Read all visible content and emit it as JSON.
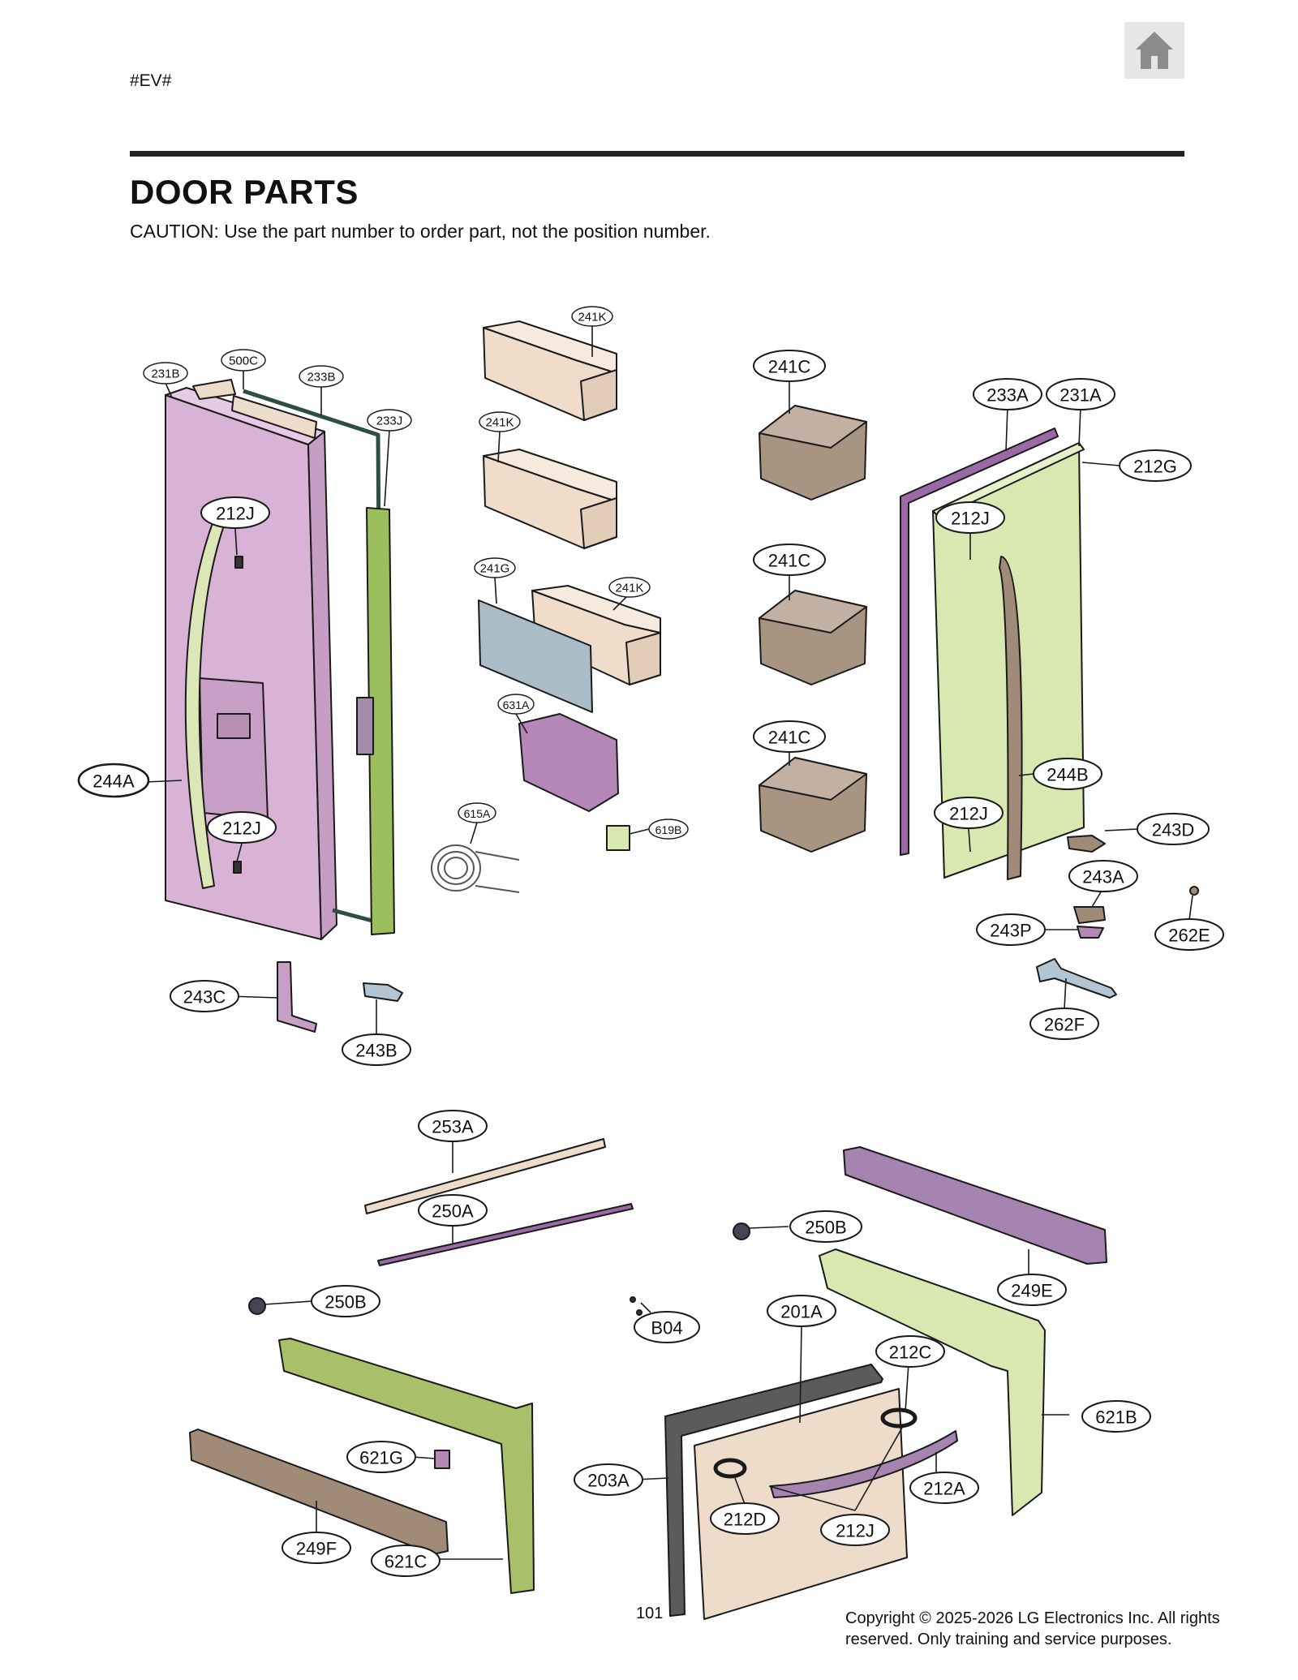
{
  "header": {
    "code": "#EV#",
    "home_icon": "home-icon"
  },
  "section": {
    "title": "DOOR PARTS",
    "caution": "CAUTION: Use the part number to order part, not the position number."
  },
  "callouts": [
    {
      "id": "231B",
      "label": "231B"
    },
    {
      "id": "500C",
      "label": "500C"
    },
    {
      "id": "233B",
      "label": "233B"
    },
    {
      "id": "233J",
      "label": "233J"
    },
    {
      "id": "212J-a",
      "label": "212J"
    },
    {
      "id": "244A",
      "label": "244A"
    },
    {
      "id": "212J-b",
      "label": "212J"
    },
    {
      "id": "243C",
      "label": "243C"
    },
    {
      "id": "243B",
      "label": "243B"
    },
    {
      "id": "241K-a",
      "label": "241K"
    },
    {
      "id": "241K-b",
      "label": "241K"
    },
    {
      "id": "241G",
      "label": "241G"
    },
    {
      "id": "241K-c",
      "label": "241K"
    },
    {
      "id": "631A",
      "label": "631A"
    },
    {
      "id": "615A",
      "label": "615A"
    },
    {
      "id": "619B",
      "label": "619B"
    },
    {
      "id": "241C-a",
      "label": "241C"
    },
    {
      "id": "241C-b",
      "label": "241C"
    },
    {
      "id": "241C-c",
      "label": "241C"
    },
    {
      "id": "233A",
      "label": "233A"
    },
    {
      "id": "231A",
      "label": "231A"
    },
    {
      "id": "212G",
      "label": "212G"
    },
    {
      "id": "212J-c",
      "label": "212J"
    },
    {
      "id": "244B",
      "label": "244B"
    },
    {
      "id": "212J-d",
      "label": "212J"
    },
    {
      "id": "243D",
      "label": "243D"
    },
    {
      "id": "243A",
      "label": "243A"
    },
    {
      "id": "243P",
      "label": "243P"
    },
    {
      "id": "262E",
      "label": "262E"
    },
    {
      "id": "262F",
      "label": "262F"
    },
    {
      "id": "253A",
      "label": "253A"
    },
    {
      "id": "250A",
      "label": "250A"
    },
    {
      "id": "250B-a",
      "label": "250B"
    },
    {
      "id": "250B-b",
      "label": "250B"
    },
    {
      "id": "249E",
      "label": "249E"
    },
    {
      "id": "B04",
      "label": "B04"
    },
    {
      "id": "201A",
      "label": "201A"
    },
    {
      "id": "212C",
      "label": "212C"
    },
    {
      "id": "621B",
      "label": "621B"
    },
    {
      "id": "621G",
      "label": "621G"
    },
    {
      "id": "203A",
      "label": "203A"
    },
    {
      "id": "212A",
      "label": "212A"
    },
    {
      "id": "212D",
      "label": "212D"
    },
    {
      "id": "212J-e",
      "label": "212J"
    },
    {
      "id": "249F",
      "label": "249F"
    },
    {
      "id": "621C",
      "label": "621C"
    }
  ],
  "colors": {
    "door_pink": "#d9b3d6",
    "gasket_green": "#9cbf5e",
    "bin_tan": "#efdcca",
    "bin_brown": "#a89482",
    "panel_lightgreen": "#d8e8b0",
    "gasket_purple": "#9a6aa6",
    "cover_blue": "#a9bcc8",
    "drawer_face": "#eedccb",
    "rail_purple": "#a585b0",
    "rail_brown": "#a08b79",
    "bracket_green": "#a9c06a"
  },
  "footer": {
    "page_number": "101",
    "copyright": "Copyright © 2025-2026 LG Electronics Inc. All rights reserved. Only training and service purposes."
  }
}
